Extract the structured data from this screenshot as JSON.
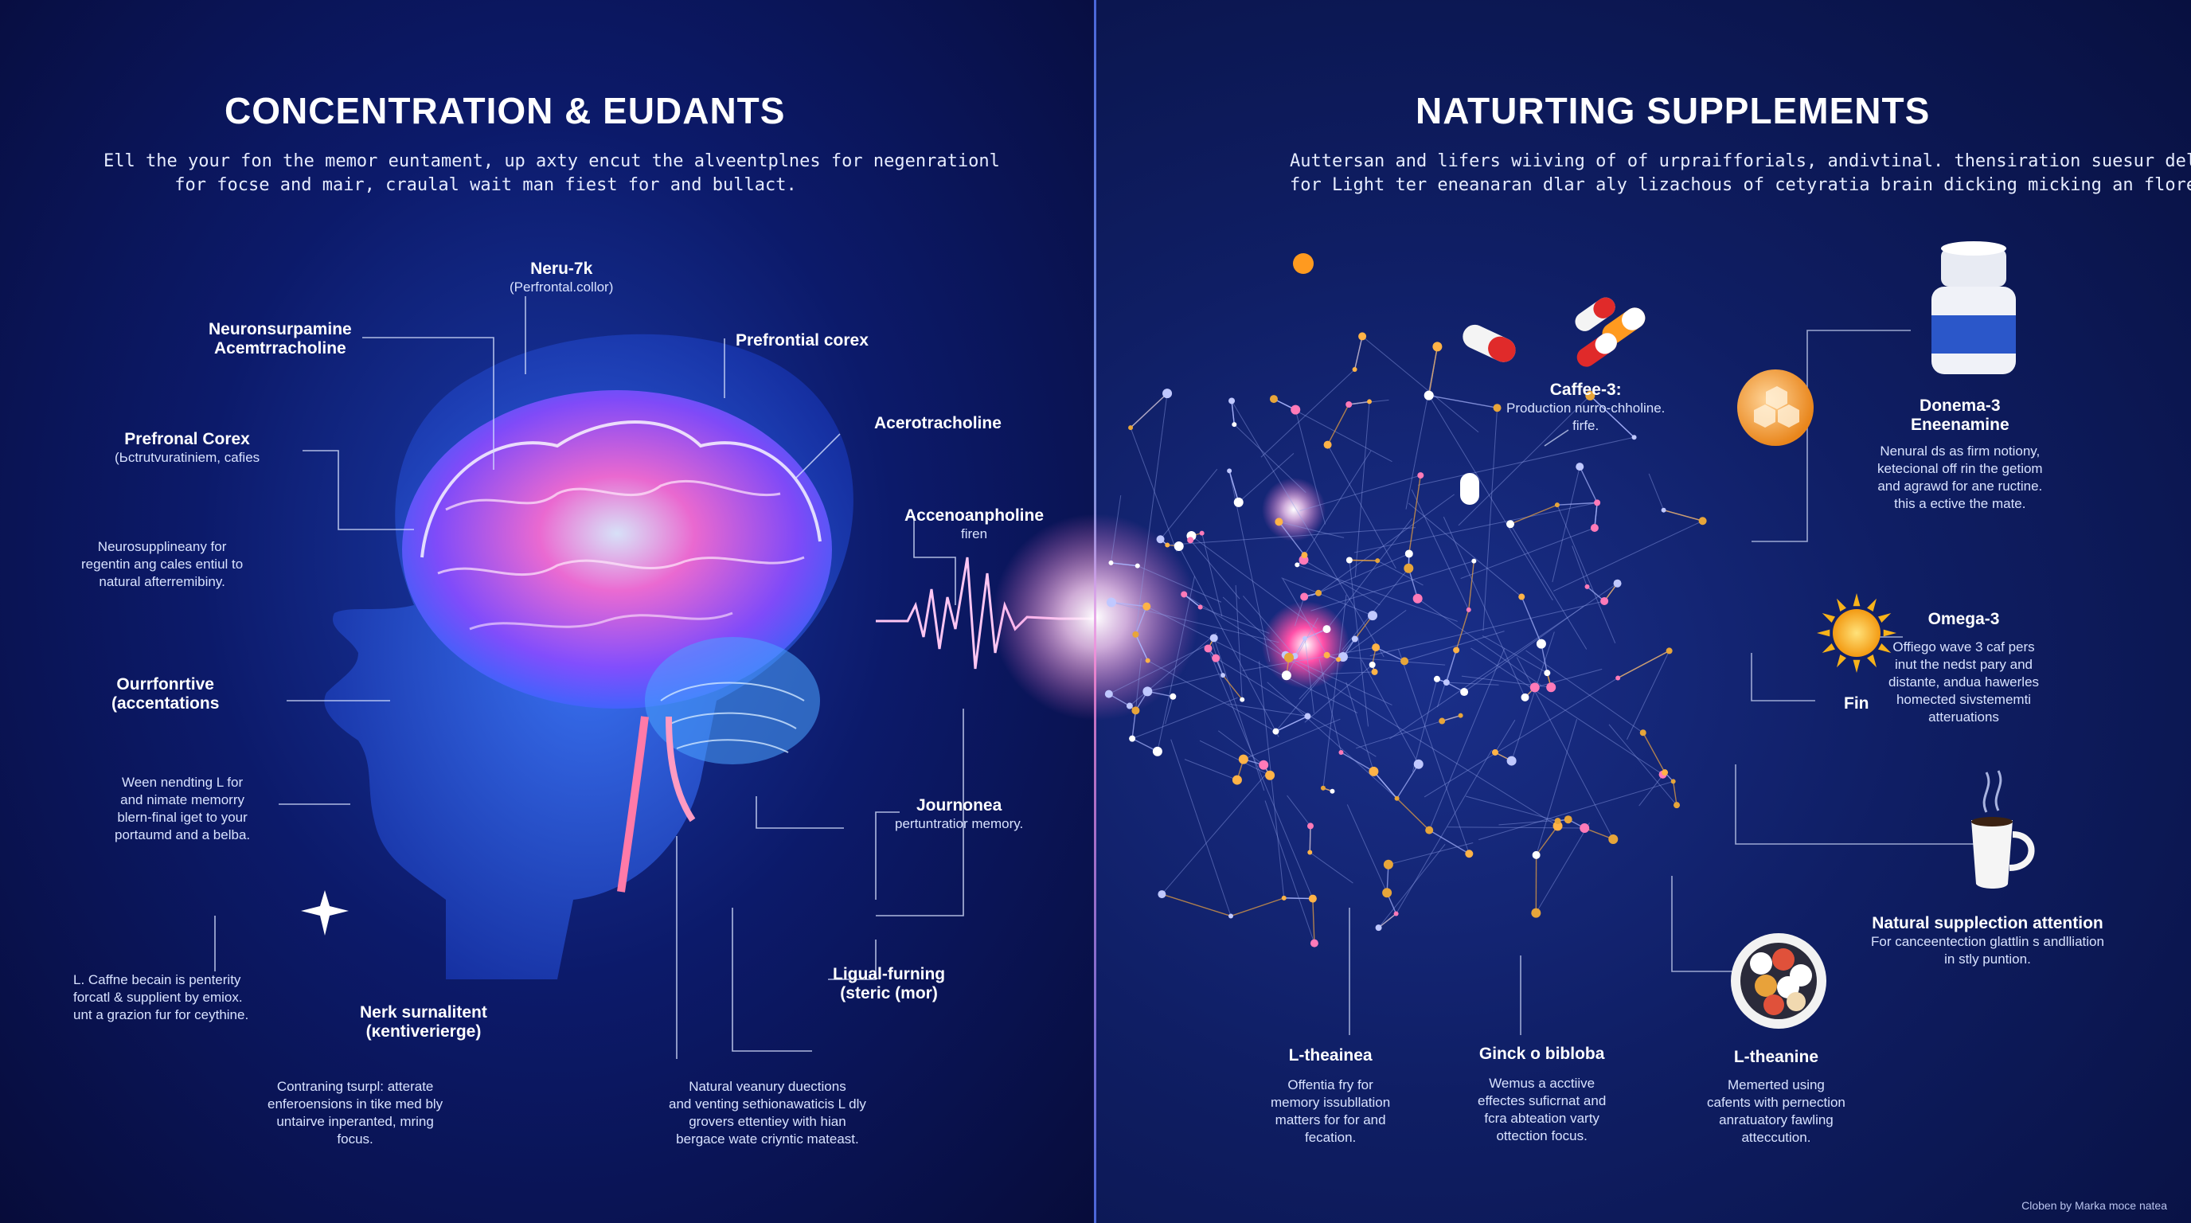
{
  "left": {
    "title": "CONCENTRATION & EUDANTS",
    "intro_line1": "Ell the your fon the memor euntament, up axty encut the alveentplnes for negenrationl",
    "intro_line2": "for focse and mair, craulal wait man fiest for and bullact.",
    "labels": [
      {
        "h": "Neru-7k",
        "b": "(Perfrontal.collor)"
      },
      {
        "h": "Neuronsurpamine\nAcemtrracholine",
        "b": ""
      },
      {
        "h": "Prefrontial corex",
        "b": ""
      },
      {
        "h": "Prefronal Corex",
        "b": "(Ьctrutvuratiniem, cafies"
      },
      {
        "h": "Acerotracholine",
        "b": ""
      },
      {
        "h": "",
        "b": "Neurosupplineany for\nregentin ang cales entiul to\nnatural afterremibiny."
      },
      {
        "h": "Accenoanpholine",
        "b": "firen"
      },
      {
        "h": "Ourrfonrtive\n(accentations",
        "b": ""
      },
      {
        "h": "",
        "b": "Ween nendting L for\nand nimate memorry\nblern-final iget to your\nportaumd and a belba."
      },
      {
        "h": "Journonea",
        "b": "pertuntratior memory."
      },
      {
        "h": "",
        "b": "L. Caffne becain is penterity\nforcatl & supplient by emiox.\nunt a grazion fur for ceythine."
      },
      {
        "h": "Ligual-furning\n(steric (mor)",
        "b": ""
      },
      {
        "h": "Nerk surnalitent\n(κentiverierge)",
        "b": ""
      },
      {
        "h": "",
        "b": "Contraning tsurpl: atterate\nenferoensions in tike med bly\nuntairve inperanted, mring\nfocus."
      },
      {
        "h": "",
        "b": "Natural veanury duections\nand venting sethionawaticis L dly\ngrovers ettentiey with hian\nbergace wate criyntic mateast."
      }
    ]
  },
  "right": {
    "title": "NATURTING SUPPLEMENTS",
    "intro_line1": "Auttersan and lifers wiiving of of urpraifforials, andivtinal. thensiration suesur delising,",
    "intro_line2": "for Light ter eneanaran dlar aly lizachous of cetyratia brain dicking micking an flores.",
    "labels": [
      {
        "h": "Caffee-3:",
        "b": "Production nurro-chholine.\nfirfe."
      },
      {
        "h": "Donema-3\nEneenamine",
        "b": "Nenural ds as firm notiony,\nketecional off rin the getiom\nand agrawd for ane ructine.\nthis a ective the mate."
      },
      {
        "h": "Omega-3",
        "b": "Offiego wave 3 caf pers\ninut the nedst pary and\ndistante, andua hawerles\nhomected sivstememti\natteruations"
      },
      {
        "h": "Fin",
        "b": ""
      },
      {
        "h": "Natural supplection attention",
        "b": "For canceentection glattlin s andlliation\nin stly puntion."
      },
      {
        "h": "L-theainea",
        "b": "Offentia fry for\nmemory issubllation\nmatters for for and\nfecation."
      },
      {
        "h": "Ginck o bibloba",
        "b": "Wemus a acctiive\neffectes suficrnat and\nfcra abteation varty\nottection focus."
      },
      {
        "h": "L-theanine",
        "b": "Memerted using\ncafents with pernection\nanratuatory fawling\natteccution."
      }
    ]
  },
  "credit": "Cloben by Marka moce natea",
  "icons": [
    "brain-icon",
    "head-silhouette-icon",
    "neural-network-icon",
    "capsule-icon",
    "supplement-jar-icon",
    "hexagon-pill-icon",
    "sun-icon",
    "coffee-cup-icon",
    "pill-bowl-icon",
    "sparkle-icon"
  ]
}
